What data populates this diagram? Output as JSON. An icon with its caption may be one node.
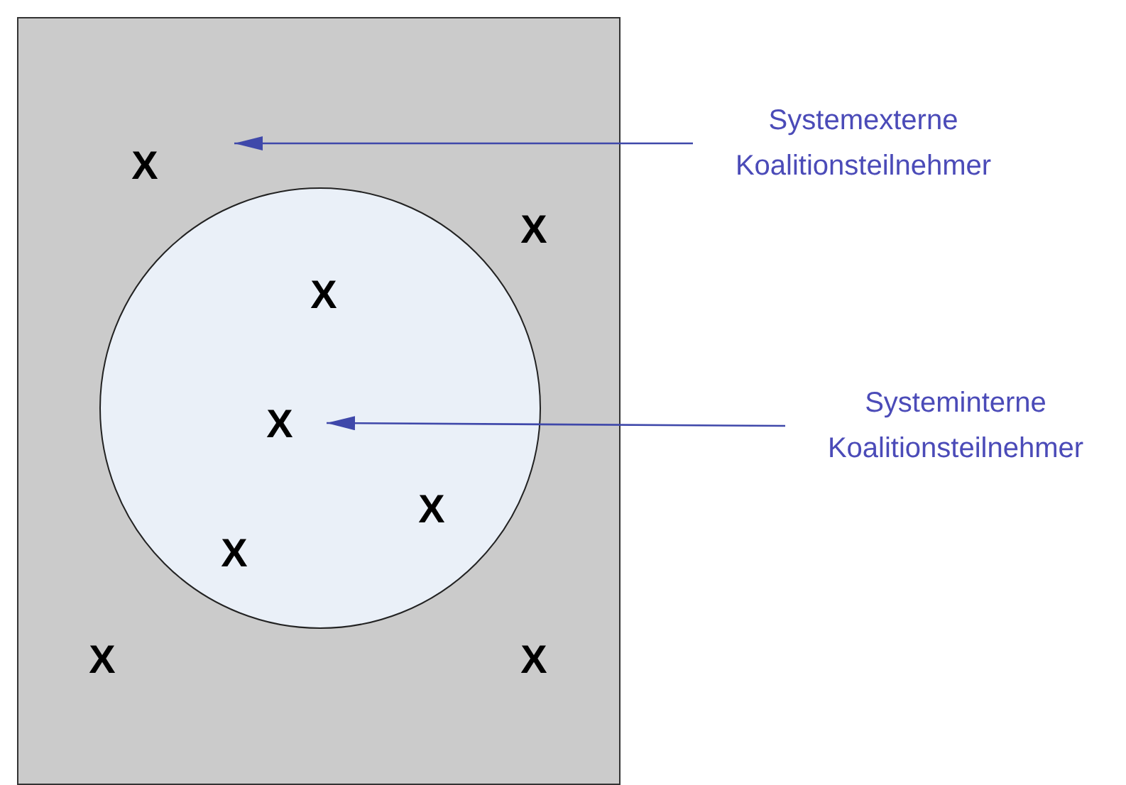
{
  "diagram": {
    "nodes": [
      {
        "text": [],
        "shape": "box"
      },
      {
        "text": [
          "Systemexterne Koalitionsteilnehmer"
        ]
      },
      {
        "text": [
          "X"
        ],
        "in": 0
      },
      {
        "text": [
          "X"
        ],
        "in": 0
      },
      {
        "text": [],
        "shape": "circle",
        "in": 0
      },
      {
        "text": [
          "X"
        ],
        "in": 4
      },
      {
        "text": [
          "Systeminterne Koalitionsteilnehmer"
        ]
      },
      {
        "text": [
          "X"
        ],
        "in": 4
      },
      {
        "text": [
          "X"
        ],
        "in": 4
      },
      {
        "text": [
          "X"
        ],
        "in": 4
      },
      {
        "text": [
          "X"
        ],
        "in": 0
      },
      {
        "text": [
          "X"
        ],
        "in": 0
      }
    ],
    "edges": [
      {
        "from": 1,
        "to": 0,
        "arrow": "to"
      },
      {
        "from": 6,
        "to": 4,
        "arrow": "to"
      }
    ]
  }
}
